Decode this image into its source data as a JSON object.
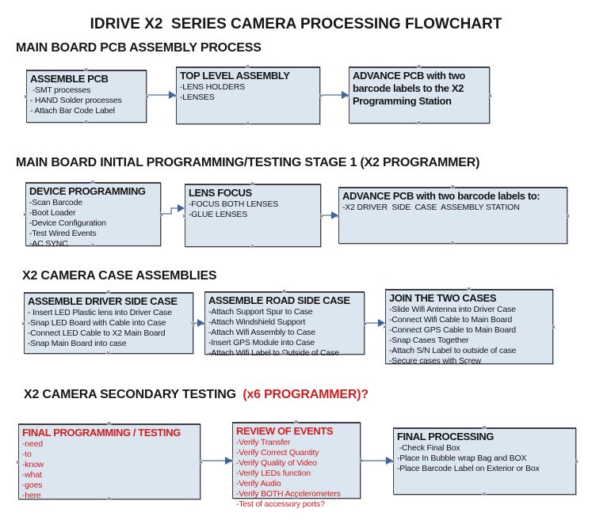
{
  "title": "IDRIVE X2  SERIES CAMERA PROCESSING FLOWCHART",
  "icons": {
    "anchor_glyph": "×"
  },
  "colors": {
    "box_fill": "#dce6f1",
    "box_border": "#3e3e44",
    "red_text": "#cc2020",
    "arrow_line": "#90a6c4",
    "arrow_head": "#3f62a0"
  },
  "sections": [
    {
      "heading": "MAIN BOARD PCB ASSEMBLY PROCESS",
      "boxes": [
        {
          "title": "ASSEMBLE PCB",
          "items": [
            " -SMT processes",
            "- HAND Solder processes",
            "- Attach Bar Code Label"
          ]
        },
        {
          "title": "TOP LEVEL ASSEMBLY",
          "items": [
            "-LENS HOLDERS",
            "-LENSES"
          ]
        },
        {
          "title": "ADVANCE PCB with two barcode labels to the X2 Programming Station",
          "items": []
        }
      ]
    },
    {
      "heading": "MAIN BOARD INITIAL PROGRAMMING/TESTING STAGE 1 (X2 PROGRAMMER)",
      "boxes": [
        {
          "title": "DEVICE PROGRAMMING",
          "items": [
            "-Scan Barcode",
            "-Boot Loader",
            "-Device Configuration",
            "-Test Wired Events",
            "-AC SYNC"
          ]
        },
        {
          "title": "LENS FOCUS",
          "items": [
            "-FOCUS BOTH LENSES",
            "-GLUE LENSES"
          ]
        },
        {
          "title": "ADVANCE PCB with two barcode labels to:",
          "items": [
            "-X2 DRIVER  SIDE  CASE  ASSEMBLY STATION"
          ]
        }
      ]
    },
    {
      "heading": "X2 CAMERA CASE ASSEMBLIES",
      "boxes": [
        {
          "title": "ASSEMBLE DRIVER SIDE CASE",
          "items": [
            "- Insert LED Plastic lens into Driver Case",
            "-Snap LED Board with Cable into Case",
            "-Connect LED Cable to X2 Main Board",
            "-Snap Main Board into case"
          ]
        },
        {
          "title": "ASSEMBLE ROAD SIDE CASE",
          "items": [
            "-Attach Support Spur to Case",
            "-Attach Windshield Support",
            "-Attach Wifi Assembly to Case",
            "-Insert GPS Module into Case",
            "-Attach Wifi Label to Outside of Case"
          ]
        },
        {
          "title": "JOIN THE TWO CASES",
          "items": [
            "-Slide Wifi Antenna into Driver Case",
            "-Connect Wifi Cable to Main Board",
            "-Connect GPS Cable to Main Board",
            "-Snap Cases Together",
            "-Attach S/N Label to outside of case",
            "-Secure cases with Screw"
          ]
        }
      ]
    },
    {
      "heading": "X2 CAMERA SECONDARY TESTING  ",
      "heading_red": "(x6 PROGRAMMER)?",
      "boxes": [
        {
          "title": "FINAL PROGRAMMING / TESTING",
          "items": [
            "-need",
            "-to",
            "-know",
            "-what",
            "-goes",
            "-here"
          ]
        },
        {
          "title": "REVIEW OF EVENTS",
          "items": [
            "-Verify Transfer",
            "-Verify Correct Quantity",
            "-Verify Quality of Video",
            "-Verify LEDs function",
            "-Verify Audio",
            "-Verify BOTH Accelerometers",
            "-Test of accessory ports?"
          ]
        },
        {
          "title": "FINAL PROCESSING",
          "items": [
            " -Check Final Box",
            "-Place In Bubble wrap Bag and BOX",
            "-Place Barcode Label on Exterior or Box"
          ]
        }
      ]
    }
  ]
}
